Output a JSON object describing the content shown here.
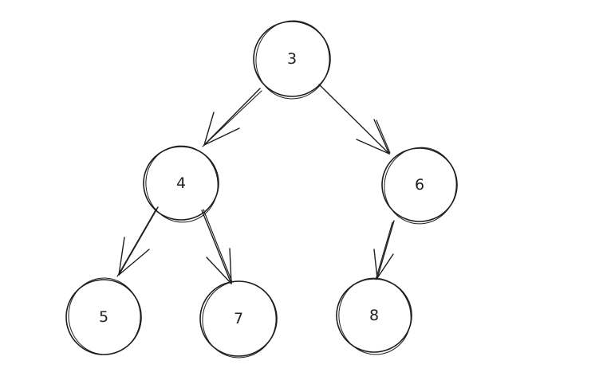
{
  "tree": {
    "nodes": [
      {
        "id": "n3",
        "label": "3"
      },
      {
        "id": "n4",
        "label": "4"
      },
      {
        "id": "n6",
        "label": "6"
      },
      {
        "id": "n5",
        "label": "5"
      },
      {
        "id": "n7",
        "label": "7"
      },
      {
        "id": "n8",
        "label": "8"
      }
    ],
    "edges": [
      {
        "from": "3",
        "to": "4"
      },
      {
        "from": "3",
        "to": "6"
      },
      {
        "from": "4",
        "to": "5"
      },
      {
        "from": "4",
        "to": "7"
      },
      {
        "from": "6",
        "to": "8"
      }
    ]
  },
  "colors": {
    "stroke": "#1e1e1e",
    "background": "#ffffff"
  }
}
